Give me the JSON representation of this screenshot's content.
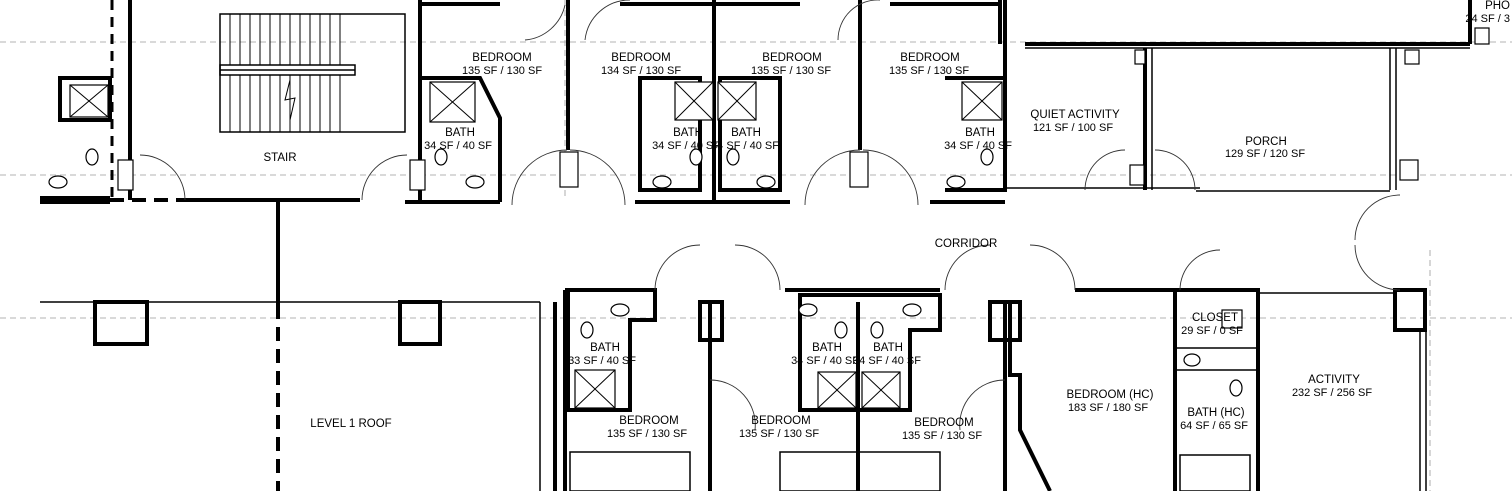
{
  "rooms": [
    {
      "name": "BEDROOM",
      "area": "135 SF / 130 SF"
    },
    {
      "name": "BEDROOM",
      "area": "134 SF / 130 SF"
    },
    {
      "name": "BEDROOM",
      "area": "135 SF / 130 SF"
    },
    {
      "name": "BEDROOM",
      "area": "135 SF / 130 SF"
    },
    {
      "name": "BATH",
      "area": "34 SF / 40 SF"
    },
    {
      "name": "BATH",
      "area": "34 SF / 40 SF"
    },
    {
      "name": "BATH",
      "area": "34 SF / 40 SF"
    },
    {
      "name": "BATH",
      "area": "34 SF / 40 SF"
    },
    {
      "name": "STAIR",
      "area": ""
    },
    {
      "name": "QUIET ACTIVITY",
      "area": "121 SF / 100 SF"
    },
    {
      "name": "PORCH",
      "area": "129 SF / 120 SF"
    },
    {
      "name": "PHO",
      "area": "24 SF / 3"
    },
    {
      "name": "CORRIDOR",
      "area": ""
    },
    {
      "name": "BATH",
      "area": "33 SF / 40 SF"
    },
    {
      "name": "BATH",
      "area": "34 SF / 40 SF"
    },
    {
      "name": "BATH",
      "area": "34 SF / 40 SF"
    },
    {
      "name": "BEDROOM",
      "area": "135 SF / 130 SF"
    },
    {
      "name": "BEDROOM",
      "area": "135 SF / 130 SF"
    },
    {
      "name": "BEDROOM",
      "area": "135 SF / 130 SF"
    },
    {
      "name": "BEDROOM (HC)",
      "area": "183 SF / 180 SF"
    },
    {
      "name": "CLOSET",
      "area": "29 SF / 0 SF"
    },
    {
      "name": "BATH (HC)",
      "area": "64 SF / 65 SF"
    },
    {
      "name": "ACTIVITY",
      "area": "232 SF / 256 SF"
    },
    {
      "name": "LEVEL 1 ROOF",
      "area": ""
    }
  ]
}
